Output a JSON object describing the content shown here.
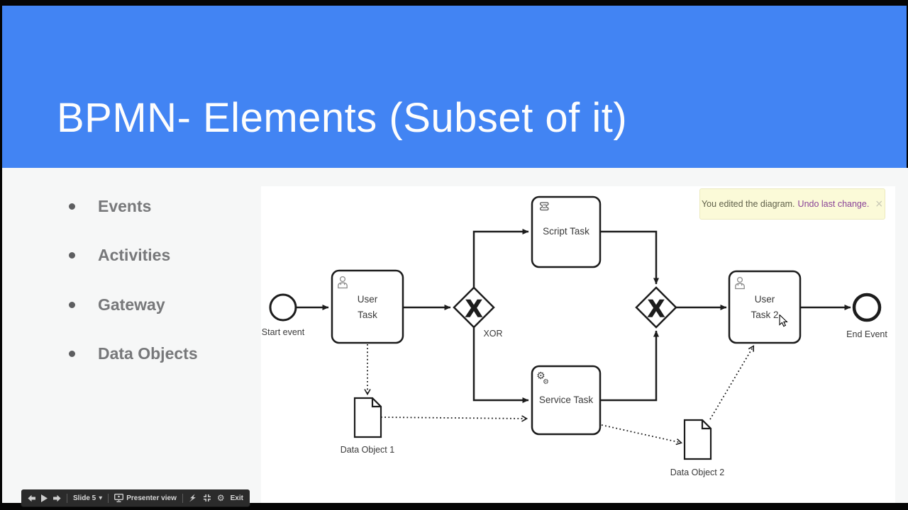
{
  "header": {
    "title": "BPMN- Elements (Subset of it)"
  },
  "bullets": [
    {
      "label": "Events"
    },
    {
      "label": "Activities"
    },
    {
      "label": "Gateway"
    },
    {
      "label": "Data Objects"
    }
  ],
  "notification": {
    "message": "You edited the diagram.",
    "action": "Undo last change.",
    "close_icon": "×"
  },
  "diagram": {
    "start_event": {
      "label": "Start event"
    },
    "user_task": {
      "line1": "User",
      "line2": "Task"
    },
    "gateway1": {
      "symbol": "X",
      "label": "XOR"
    },
    "script_task": {
      "label": "Script Task"
    },
    "service_task": {
      "label": "Service Task"
    },
    "gateway2": {
      "symbol": "X"
    },
    "user_task2": {
      "line1": "User",
      "line2": "Task 2"
    },
    "end_event": {
      "label": "End Event"
    },
    "data_object1": {
      "label": "Data Object 1"
    },
    "data_object2": {
      "label": "Data Object 2"
    }
  },
  "toolbar": {
    "slide_selector": "Slide 5",
    "presenter_view": "Presenter view",
    "exit": "Exit"
  },
  "icons": {
    "gear": "⚙",
    "dropdown": "▼"
  },
  "colors": {
    "header_blue": "#4284f3",
    "notification_bg": "#fbfad8",
    "action_purple": "#8a4397",
    "bullet_text": "#77787a"
  }
}
